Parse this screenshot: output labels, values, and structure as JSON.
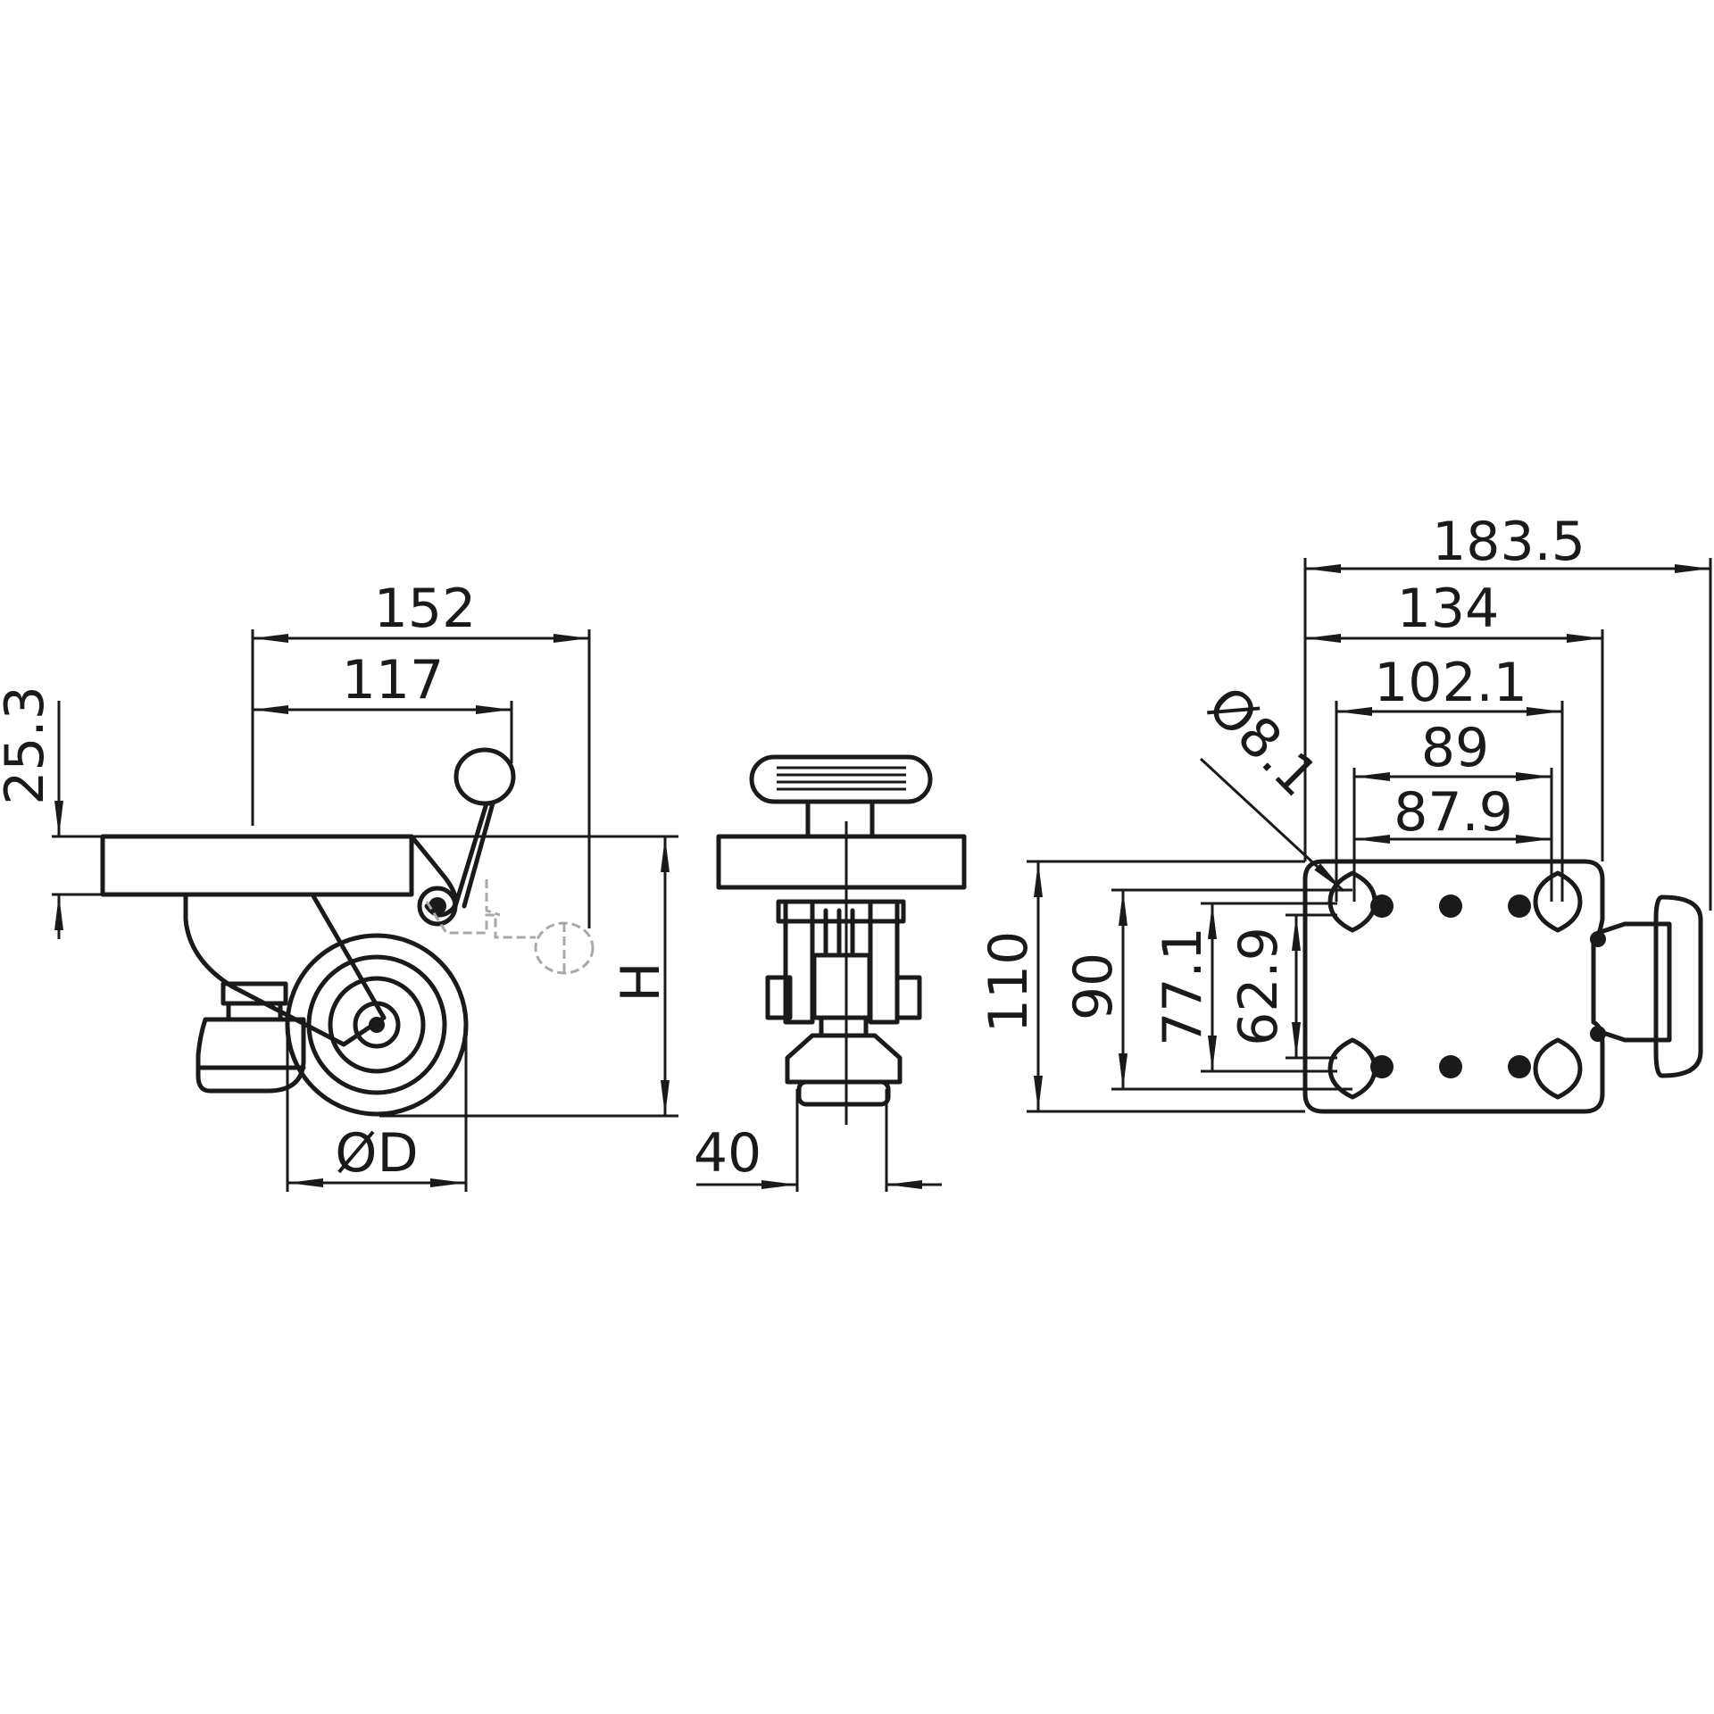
{
  "colors": {
    "line": "#1a1a1a",
    "ghost": "#a8a8a8",
    "background": "#ffffff"
  },
  "side_view": {
    "dim_152": "152",
    "dim_117": "117",
    "dim_25_3": "25.3",
    "dim_H": "H",
    "dim_D": "ØD"
  },
  "front_view": {
    "dim_40": "40"
  },
  "top_view": {
    "dim_183_5": "183.5",
    "dim_134": "134",
    "dim_102_1": "102.1",
    "dim_89": "89",
    "dim_87_9": "87.9",
    "dim_hole": "Ø8.1",
    "dim_110": "110",
    "dim_90": "90",
    "dim_77_1": "77.1",
    "dim_62_9": "62.9"
  }
}
